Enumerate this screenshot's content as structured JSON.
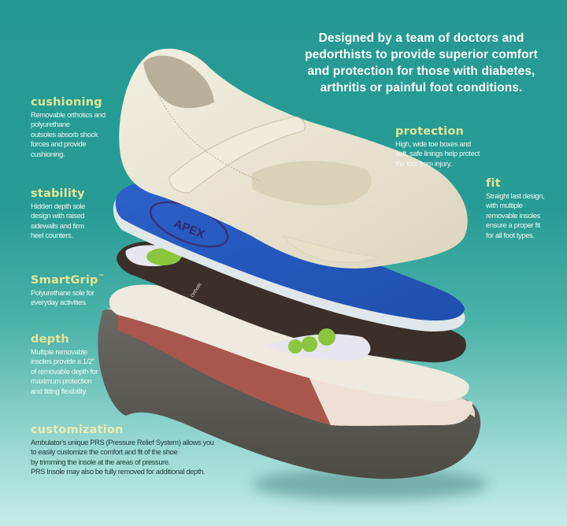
{
  "headline": "Designed by a team of doctors and pedorthists to provide superior comfort and protection for those with diabetes, arthritis or painful foot conditions.",
  "headline_lines": [
    "Designed by a team of doctors and",
    "pedorthists to provide superior comfort",
    "and protection for those with diabetes,",
    "arthritis or painful foot conditions."
  ],
  "features": {
    "cushioning": {
      "title": "cushioning",
      "body": "Removable orthotics and\npolyurethane\noutsoles absorb shock\nforces and provide\ncushioning."
    },
    "stability": {
      "title": "stability",
      "body": "Hidden depth sole\ndesign with raised\nsidewalls and firm\nheel counters."
    },
    "smartgrip": {
      "title": "SmartGrip",
      "trademark": "™",
      "body": "Polyurethane sole for\neveryday activities."
    },
    "depth": {
      "title": "depth",
      "body": "Multiple removable\ninsoles provide a 1/2\"\nof removable depth for\nmaximum protection\nand fitting flexibility."
    },
    "customization": {
      "title": "customization",
      "body": "Ambulator's unique PRS (Pressure Relief System) allows you\nto easily customize the comfort and fit of the shoe\nby trimming the insole at the areas of pressure.\nPRS Insole may also be fully removed for additional depth."
    },
    "protection": {
      "title": "protection",
      "body": "High, wide toe boxes and\nsoft, safe linings help protect\nthe foot from injury."
    },
    "fit": {
      "title": "fit",
      "body": "Straight last design,\nwith multiple\nremovable insoles\nensure a proper fit\nfor all foot types."
    }
  },
  "illustration": {
    "insole_brand": "APEX",
    "orthotic_brand": "Orthotic",
    "layers": [
      "leather upper (mary jane with strap)",
      "blue APEX insole",
      "dark orthotic with green pads",
      "white foam insole",
      "red PRS layer",
      "grey polyurethane outsole"
    ]
  },
  "colors": {
    "background_top": "#259a93",
    "background_bottom": "#c6ece7",
    "headline_text": "#ffffff",
    "feature_title": "#e3e596",
    "feature_body": "#f2f7f5",
    "leather": "#ece8d6",
    "insole_blue": "#2a5cc2",
    "orthotic_dark": "#3a2f2a",
    "orthotic_green": "#8cc63f",
    "foam_white": "#eeeadf",
    "prs_red": "#a8574e",
    "outsole_grey": "#5e5c55"
  }
}
